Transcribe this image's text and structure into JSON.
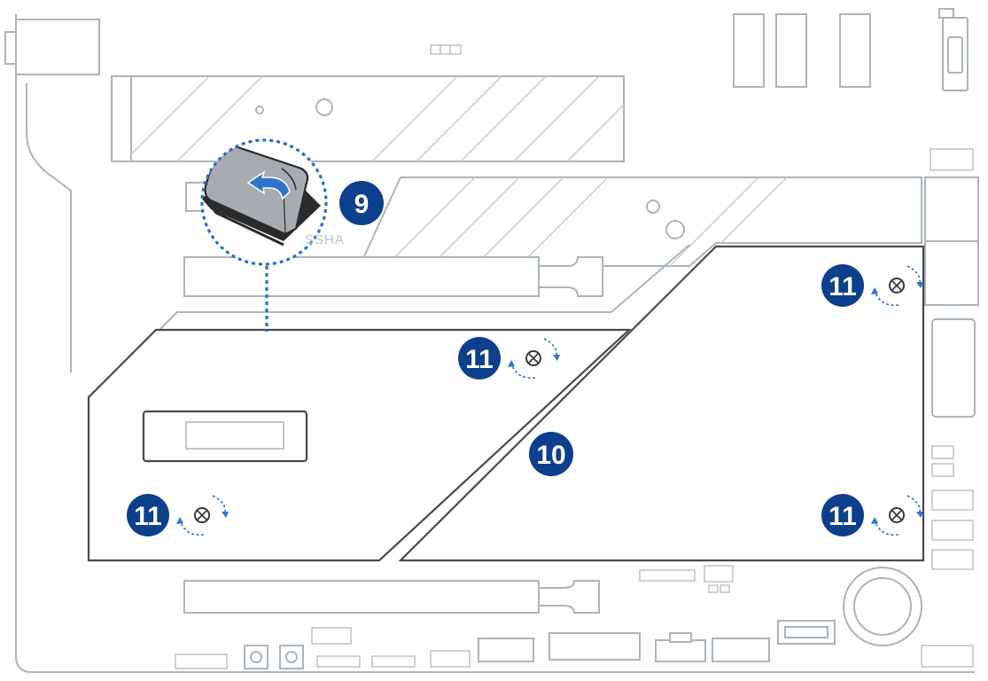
{
  "callouts": {
    "step9": "9",
    "step10": "10",
    "step11": "11"
  },
  "watermark": "SSHA",
  "colors": {
    "callout_fill": "#0d3f8c",
    "arrow_blue": "#2e75c9",
    "outline_grey": "#aab4bb",
    "cover_stroke": "#4a4a4a"
  },
  "icons": {
    "screw": "screw-icon",
    "rotation": "counterclockwise-arrow-icon",
    "lift": "curved-arrow-icon"
  }
}
